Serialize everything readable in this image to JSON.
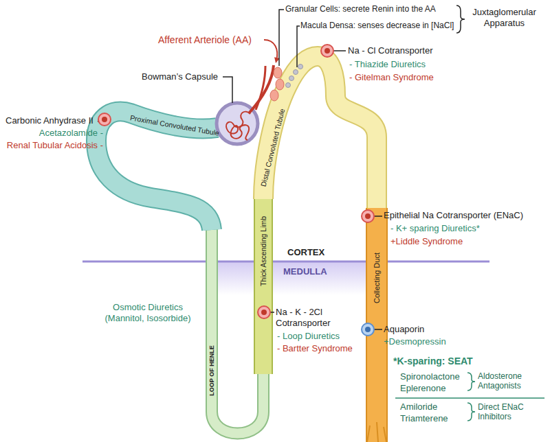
{
  "diagram": {
    "labels": [
      "Granular Cells: secrete Renin into the AA",
      "Macula Densa: senses decrease in [NaCl]",
      "Juxtaglomerular Apparatus",
      "Afferent Arteriole (AA)",
      "Na - Cl Cotransporter",
      "Bowman’s Capsule",
      "- Thiazide Diuretics",
      "- Gitelman Syndrome",
      "Carbonic Anhydrase II",
      "Proximal Convoluted Tubule",
      "Acetazolamide -",
      "Renal Tubular Acidosis -",
      "Distal Convoluted Tubule",
      "Epithelial Na Cotransporter (ENaC)",
      "- K+ sparing Diuretics*",
      "+Liddle Syndrome",
      "Thick Ascending Limb",
      "CORTEX",
      "Collecting Duct",
      "MEDULLA",
      "Osmotic Diuretics (Mannitol, Isosorbide)",
      "Na - K - 2Cl Cotransporter",
      "LOOP OF HENLE",
      "Aquaporin",
      "+Desmopressin",
      "- Loop Diuretics",
      "- Bartter Syndrome",
      "*K-sparing: SEAT",
      "Spironolactone",
      "Eplerenone",
      "Aldosterone Antagonists",
      "Amiloride",
      "Triamterene",
      "Direct ENaC Inhibitors"
    ]
  }
}
